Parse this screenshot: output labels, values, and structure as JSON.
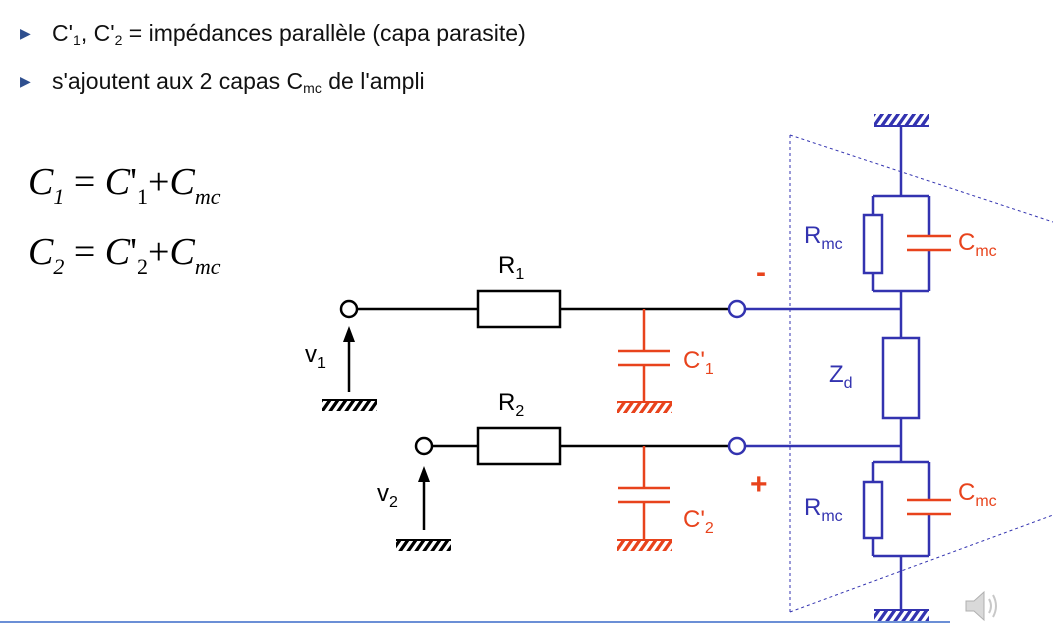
{
  "bullets": [
    {
      "prefix": "C'",
      "s1": "1",
      "mid": ", C'",
      "s2": "2",
      "rest": " = impédances parallèle (capa parasite)"
    },
    {
      "prefix": "s'ajoutent aux 2 capas C",
      "s1": "mc",
      "rest": " de l'ampli"
    }
  ],
  "equations": [
    {
      "lhs": "C",
      "lhs_sub": "1",
      "eq": " = ",
      "t1": "C",
      "t1_prime": "'",
      "t1_sub": "1",
      "plus": "+",
      "t2": "C",
      "t2_sub": "mc"
    },
    {
      "lhs": "C",
      "lhs_sub": "2",
      "eq": " = ",
      "t1": "C",
      "t1_prime": "'",
      "t1_sub": "2",
      "plus": "+",
      "t2": "C",
      "t2_sub": "mc"
    }
  ],
  "labels": {
    "r1": "R",
    "r1_sub": "1",
    "r2": "R",
    "r2_sub": "2",
    "v1": "v",
    "v1_sub": "1",
    "v2": "v",
    "v2_sub": "2",
    "c1p": "C'",
    "c1p_sub": "1",
    "c2p": "C'",
    "c2p_sub": "2",
    "minus": "-",
    "plus": "+",
    "rmc_top": "R",
    "rmc_top_sub": "mc",
    "cmc_top": "C",
    "cmc_top_sub": "mc",
    "zd": "Z",
    "zd_sub": "d",
    "rmc_bot": "R",
    "rmc_bot_sub": "mc",
    "cmc_bot": "C",
    "cmc_bot_sub": "mc"
  },
  "colors": {
    "wire_black": "#000000",
    "wire_blue": "#3333b0",
    "parasite_red": "#e8431c",
    "bullet_arrow": "#2f4f8f",
    "footer_line": "#6b8fd6"
  },
  "icons": {
    "speaker": "speaker-icon",
    "bullet": "triangle-right-icon"
  }
}
